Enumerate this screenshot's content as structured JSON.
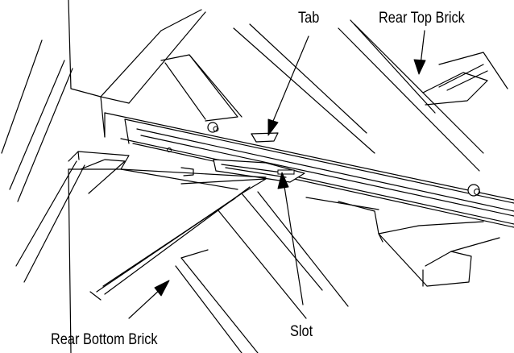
{
  "labels": {
    "tab": "Tab",
    "rear_top_brick": "Rear Top Brick",
    "slot": "Slot",
    "rear_bottom_brick": "Rear Bottom Brick"
  },
  "colors": {
    "line": "#000000",
    "background": "#ffffff"
  }
}
